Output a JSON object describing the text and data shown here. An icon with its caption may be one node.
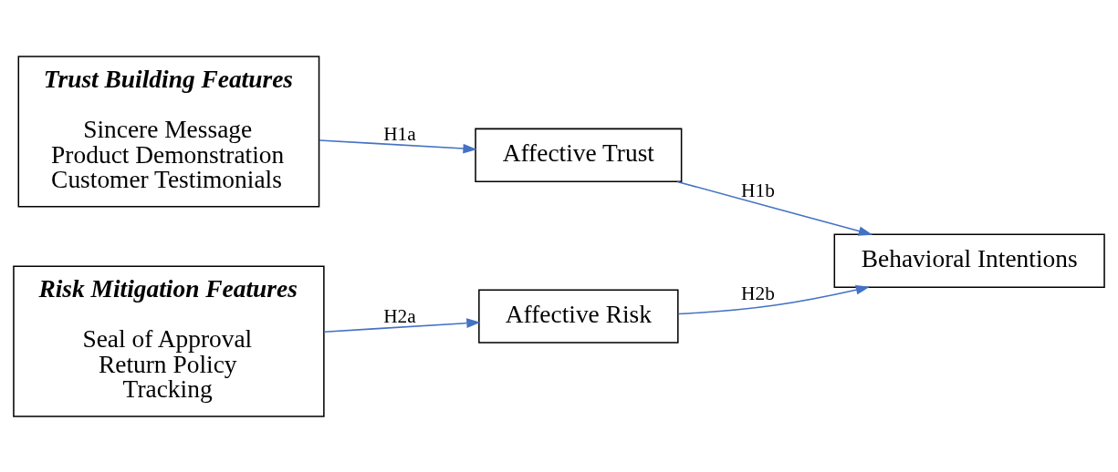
{
  "diagram": {
    "nodes": [
      {
        "text": [
          "Trust Building Features",
          "Sincere Message",
          "Product Demonstration",
          "Customer Testimonials"
        ]
      },
      {
        "text": [
          "Risk Mitigation Features",
          "Seal of Approval",
          "Return Policy",
          "Tracking"
        ]
      },
      {
        "text": [
          "Affective Trust"
        ]
      },
      {
        "text": [
          "Affective Risk"
        ]
      },
      {
        "text": [
          "Behavioral Intentions"
        ]
      }
    ],
    "edges": [
      {
        "from": 0,
        "to": 2,
        "arrow": "to",
        "label": "H1a"
      },
      {
        "from": 2,
        "to": 4,
        "arrow": "to",
        "label": "H1b"
      },
      {
        "from": 1,
        "to": 3,
        "arrow": "to",
        "label": "H2a"
      },
      {
        "from": 3,
        "to": 4,
        "arrow": "to",
        "label": "H2b"
      }
    ]
  }
}
